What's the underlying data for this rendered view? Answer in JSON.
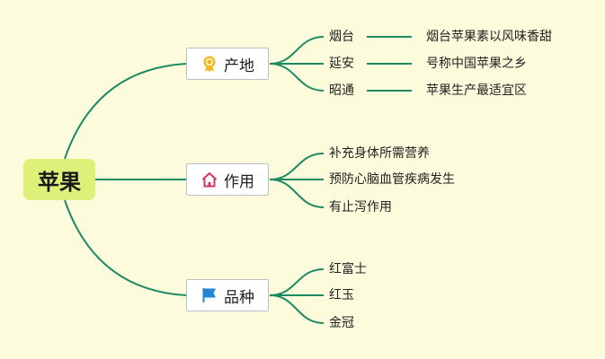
{
  "root": {
    "label": "苹果"
  },
  "branches": [
    {
      "label": "产地",
      "icon": "award-ribbon-icon",
      "children": [
        {
          "label": "烟台",
          "detail": "烟台苹果素以风味香甜"
        },
        {
          "label": "延安",
          "detail": "号称中国苹果之乡"
        },
        {
          "label": "昭通",
          "detail": "苹果生产最适宜区"
        }
      ]
    },
    {
      "label": "作用",
      "icon": "house-icon",
      "children": [
        {
          "label": "补充身体所需营养"
        },
        {
          "label": "预防心脑血管疾病发生"
        },
        {
          "label": "有止泻作用"
        }
      ]
    },
    {
      "label": "品种",
      "icon": "flag-icon",
      "children": [
        {
          "label": "红富士"
        },
        {
          "label": "红玉"
        },
        {
          "label": "金冠"
        }
      ]
    }
  ],
  "colors": {
    "background": "#fcfcdd",
    "connector": "#1e8a63",
    "root_fill": "#dcf07a",
    "award_icon": "#f2b824",
    "house_icon": "#d9365e",
    "flag_icon": "#1f87d6"
  }
}
